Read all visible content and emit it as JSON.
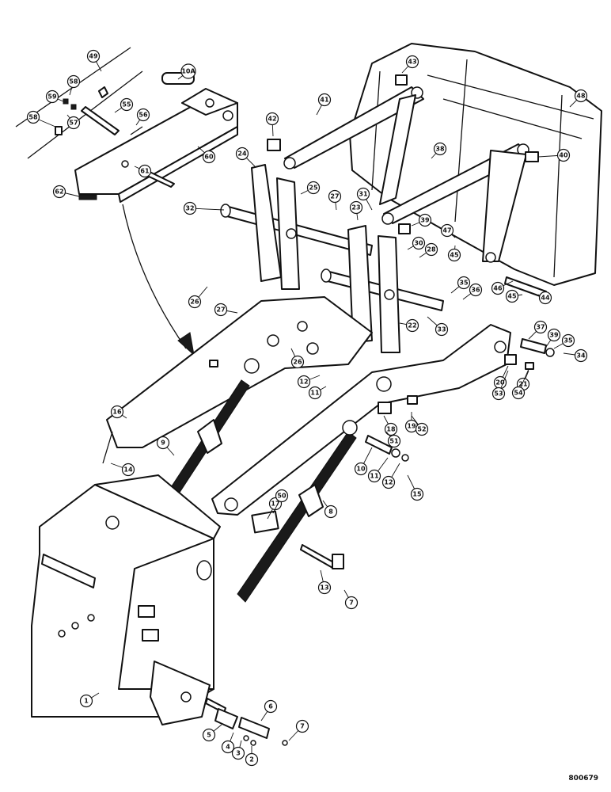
{
  "drawing_number": "800679",
  "callouts": [
    {
      "label": "49"
    },
    {
      "label": "58"
    },
    {
      "label": "10A"
    },
    {
      "label": "59"
    },
    {
      "label": "58"
    },
    {
      "label": "55"
    },
    {
      "label": "56"
    },
    {
      "label": "57"
    },
    {
      "label": "60"
    },
    {
      "label": "61"
    },
    {
      "label": "62"
    },
    {
      "label": "43"
    },
    {
      "label": "41"
    },
    {
      "label": "42"
    },
    {
      "label": "48"
    },
    {
      "label": "40"
    },
    {
      "label": "38"
    },
    {
      "label": "24"
    },
    {
      "label": "25"
    },
    {
      "label": "27"
    },
    {
      "label": "23"
    },
    {
      "label": "31"
    },
    {
      "label": "32"
    },
    {
      "label": "39"
    },
    {
      "label": "47"
    },
    {
      "label": "45"
    },
    {
      "label": "30"
    },
    {
      "label": "28"
    },
    {
      "label": "26"
    },
    {
      "label": "35"
    },
    {
      "label": "36"
    },
    {
      "label": "46"
    },
    {
      "label": "45"
    },
    {
      "label": "44"
    },
    {
      "label": "27"
    },
    {
      "label": "22"
    },
    {
      "label": "33"
    },
    {
      "label": "37"
    },
    {
      "label": "39"
    },
    {
      "label": "35"
    },
    {
      "label": "34"
    },
    {
      "label": "26"
    },
    {
      "label": "12"
    },
    {
      "label": "11"
    },
    {
      "label": "20"
    },
    {
      "label": "21"
    },
    {
      "label": "53"
    },
    {
      "label": "54"
    },
    {
      "label": "16"
    },
    {
      "label": "18"
    },
    {
      "label": "19"
    },
    {
      "label": "51"
    },
    {
      "label": "52"
    },
    {
      "label": "9"
    },
    {
      "label": "10"
    },
    {
      "label": "11"
    },
    {
      "label": "12"
    },
    {
      "label": "15"
    },
    {
      "label": "14"
    },
    {
      "label": "17"
    },
    {
      "label": "50"
    },
    {
      "label": "8"
    },
    {
      "label": "13"
    },
    {
      "label": "7"
    },
    {
      "label": "1"
    },
    {
      "label": "6"
    },
    {
      "label": "7"
    },
    {
      "label": "5"
    },
    {
      "label": "4"
    },
    {
      "label": "3"
    },
    {
      "label": "2"
    }
  ]
}
